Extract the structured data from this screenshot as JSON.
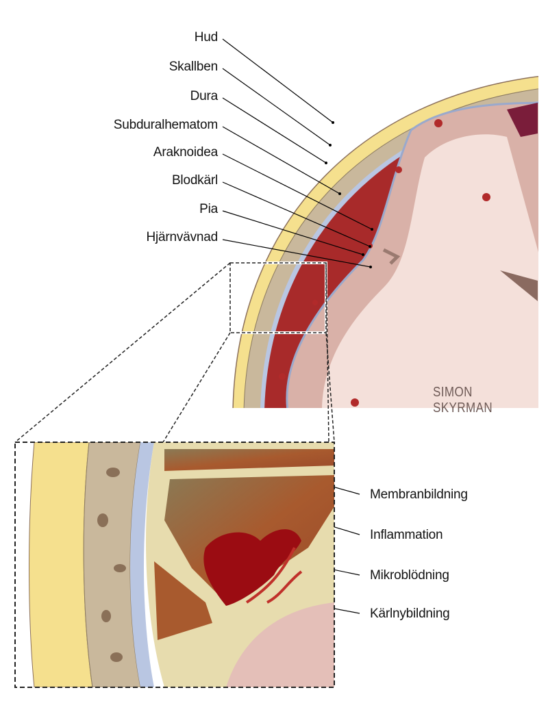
{
  "top_labels": [
    "Hud",
    "Skallben",
    "Dura",
    "Subduralhematom",
    "Araknoidea",
    "Blodkärl",
    "Pia",
    "Hjärnvävnad"
  ],
  "inset_labels": [
    "Membranbildning",
    "Inflammation",
    "Mikroblödning",
    "Kärlnybildning"
  ],
  "watermark": "SIMON SKYRMAN",
  "colors": {
    "skin": "#f5e08e",
    "bone": "#c8b79c",
    "dura": "#a9b8d8",
    "hematoma": "#a82a2a",
    "brain": "#f3dcd5",
    "cortex": "#d9b1a8",
    "chronic": "#9a5a35",
    "bleed": "#9b0c12"
  }
}
